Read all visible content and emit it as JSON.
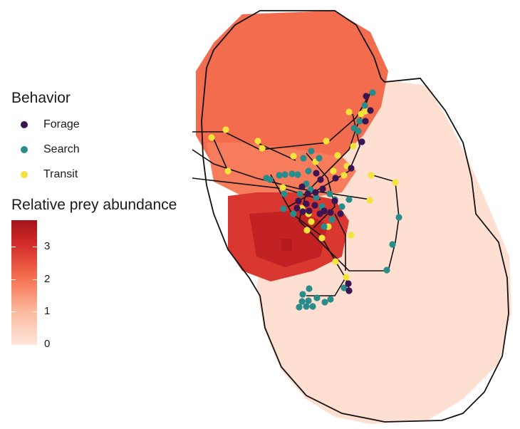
{
  "chart_data": {
    "type": "map",
    "legend_behavior": {
      "title": "Behavior",
      "items": [
        {
          "label": "Forage",
          "color": "#3b1452"
        },
        {
          "label": "Search",
          "color": "#2a8c8a"
        },
        {
          "label": "Transit",
          "color": "#f5e33c"
        }
      ]
    },
    "legend_abundance": {
      "title": "Relative prey abundance",
      "ticks": [
        "0",
        "1",
        "2",
        "3"
      ],
      "range": [
        0,
        3.7
      ],
      "colors": [
        "#fee6db",
        "#fcb99e",
        "#f5704f",
        "#d42a2a",
        "#a3141a"
      ]
    },
    "abundance_blocks": [
      {
        "value": 0.15
      },
      {
        "value": 1.9
      },
      {
        "value": 1.7
      },
      {
        "value": 2.6
      },
      {
        "value": 3.1
      },
      {
        "value": 3.4
      }
    ]
  }
}
